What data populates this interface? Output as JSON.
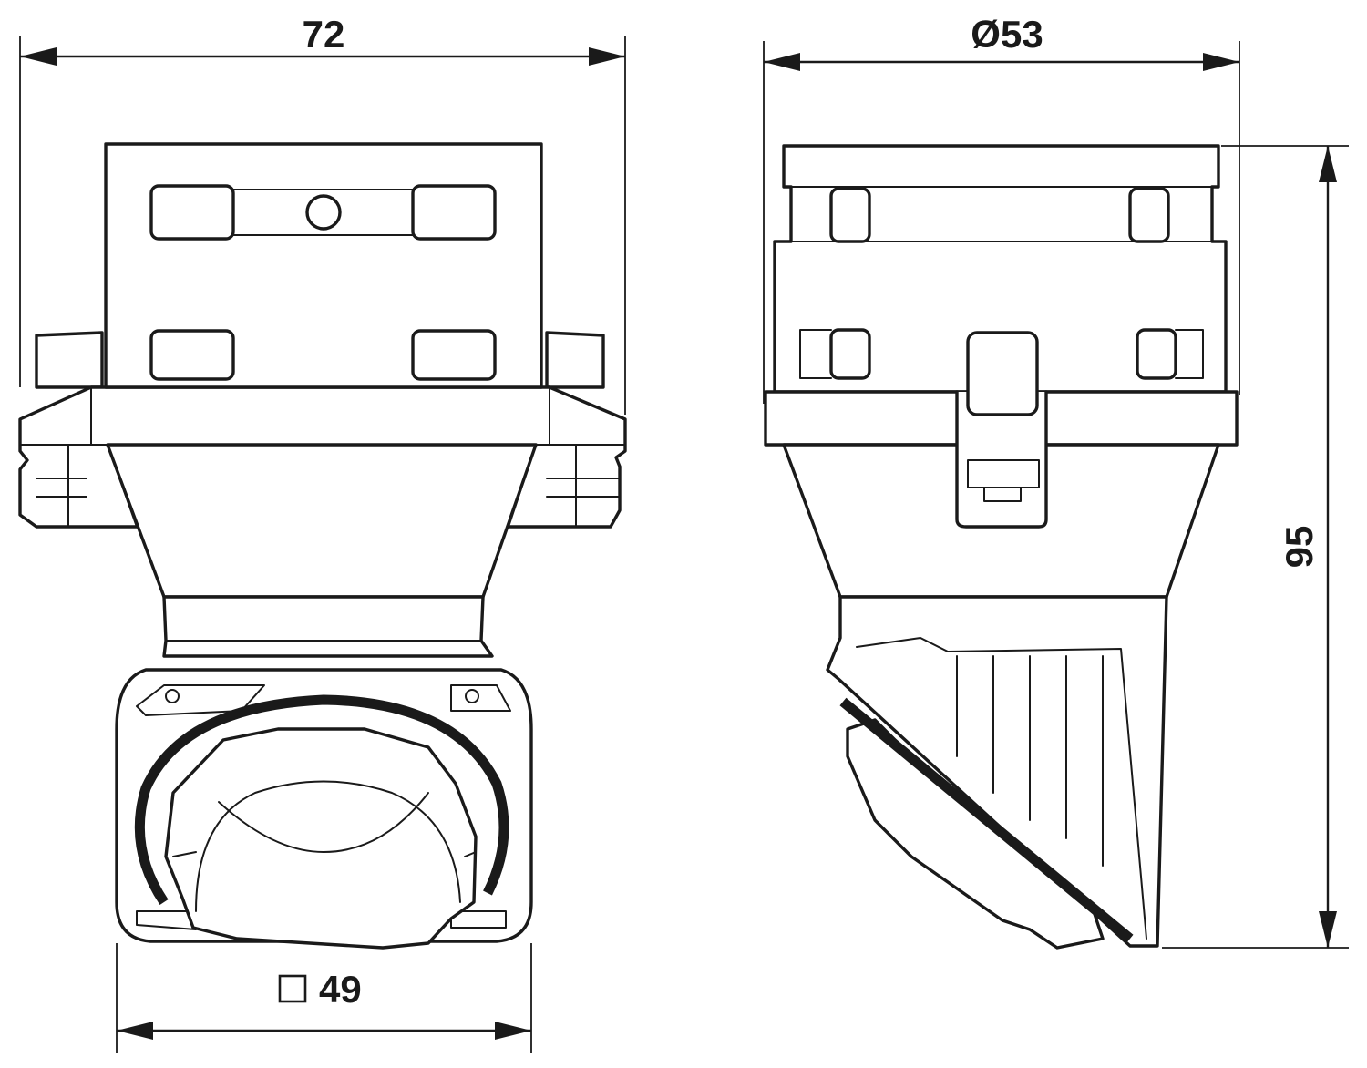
{
  "dimensions": {
    "front_width": "72",
    "side_diameter": "Ø53",
    "total_height": "95",
    "base_square": "49"
  },
  "colors": {
    "line": "#1a1a1a",
    "background": "#ffffff"
  }
}
